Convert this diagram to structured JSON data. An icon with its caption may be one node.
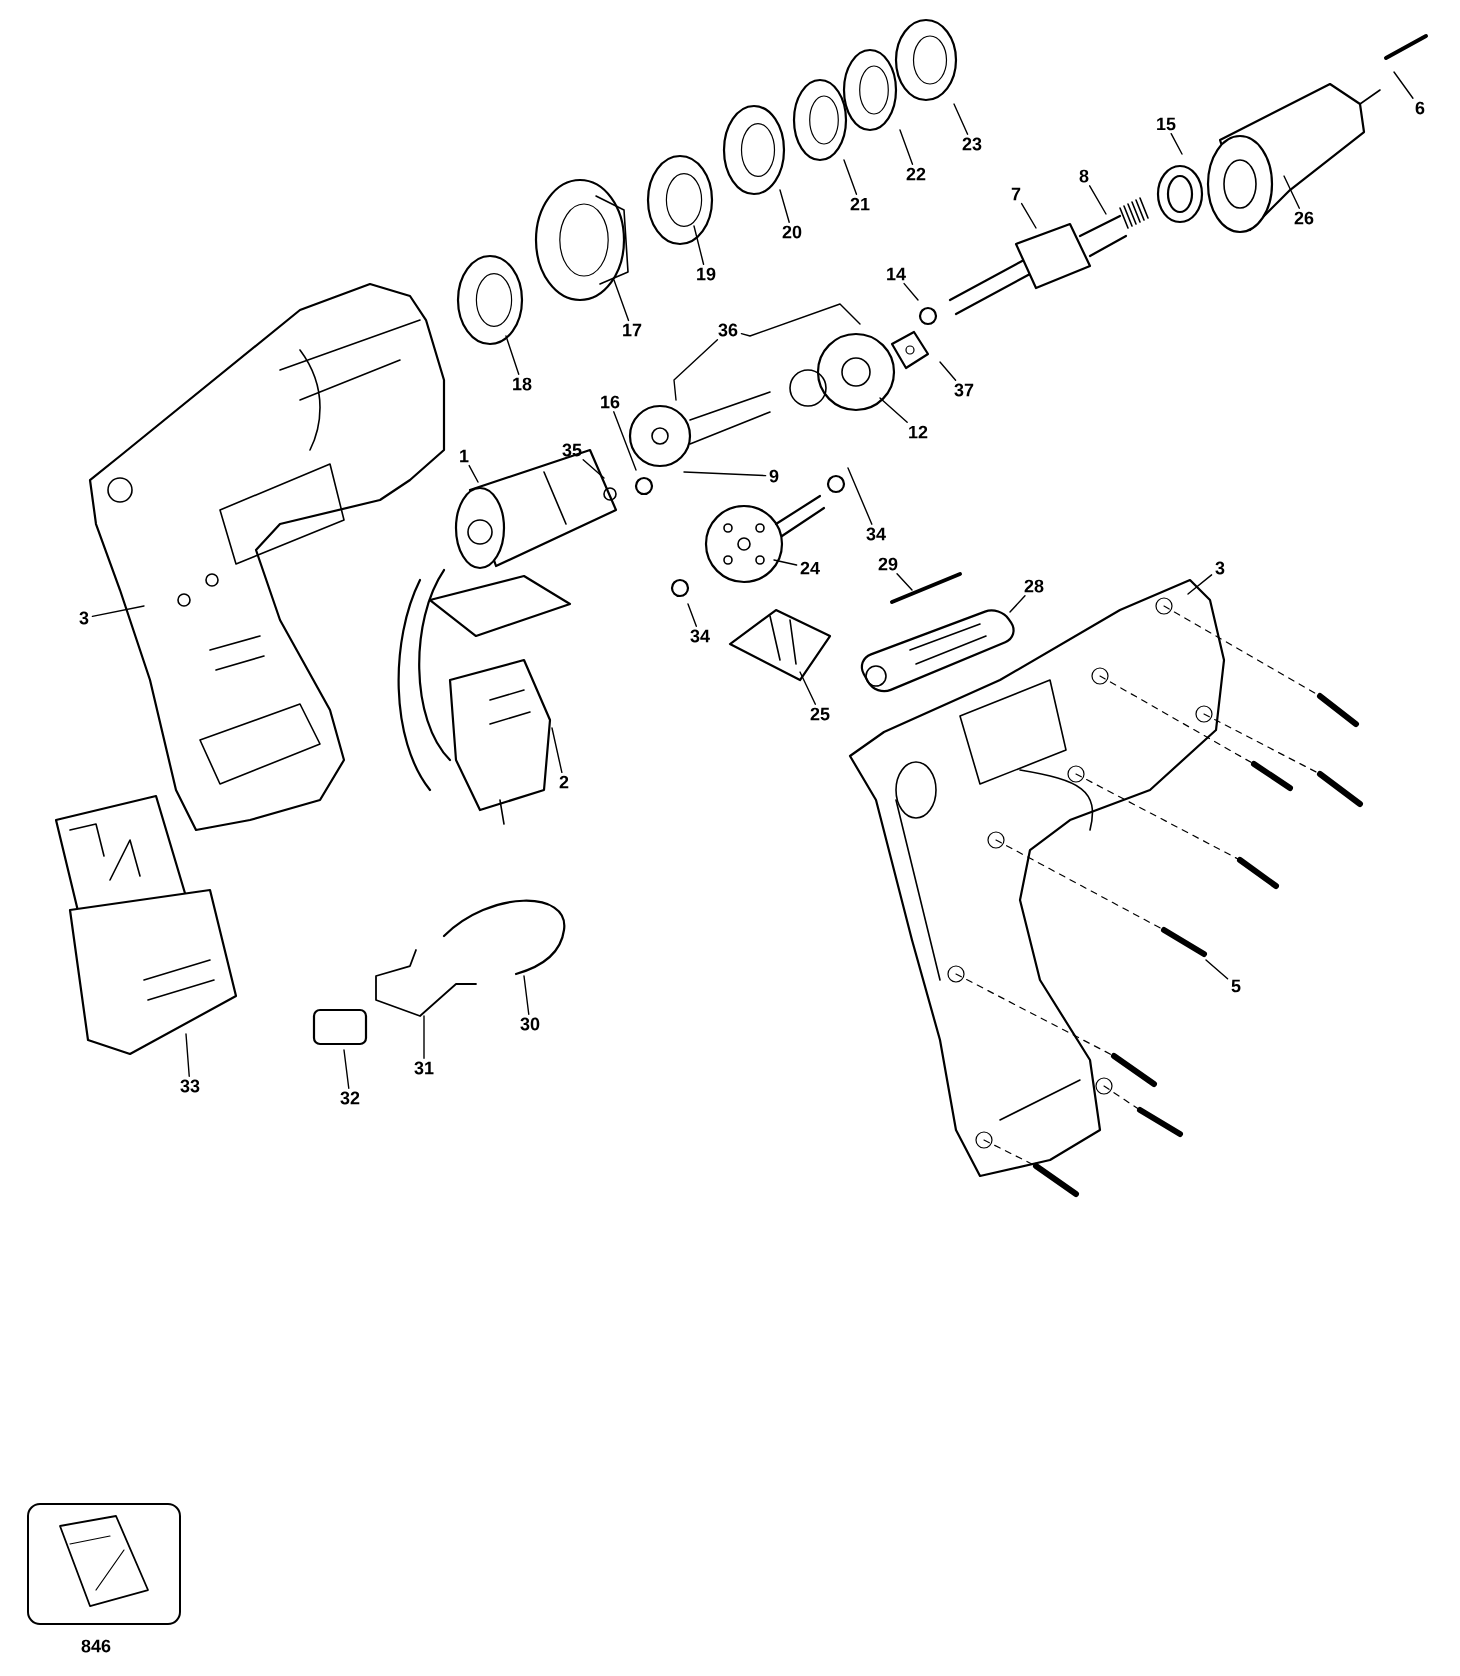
{
  "diagram": {
    "nodes": [
      {
        "text": [
          "1"
        ]
      },
      {
        "text": [
          "2"
        ]
      },
      {
        "text": [
          "3"
        ]
      },
      {
        "text": [
          "3"
        ]
      },
      {
        "text": [
          "5"
        ]
      },
      {
        "text": [
          "6"
        ]
      },
      {
        "text": [
          "7"
        ]
      },
      {
        "text": [
          "8"
        ]
      },
      {
        "text": [
          "9"
        ]
      },
      {
        "text": [
          "12"
        ]
      },
      {
        "text": [
          "14"
        ]
      },
      {
        "text": [
          "15"
        ]
      },
      {
        "text": [
          "16"
        ]
      },
      {
        "text": [
          "17"
        ]
      },
      {
        "text": [
          "18"
        ]
      },
      {
        "text": [
          "19"
        ]
      },
      {
        "text": [
          "20"
        ]
      },
      {
        "text": [
          "21"
        ]
      },
      {
        "text": [
          "22"
        ]
      },
      {
        "text": [
          "23"
        ]
      },
      {
        "text": [
          "24"
        ]
      },
      {
        "text": [
          "25"
        ]
      },
      {
        "text": [
          "26"
        ]
      },
      {
        "text": [
          "28"
        ]
      },
      {
        "text": [
          "29"
        ]
      },
      {
        "text": [
          "30"
        ]
      },
      {
        "text": [
          "31"
        ]
      },
      {
        "text": [
          "32"
        ]
      },
      {
        "text": [
          "33"
        ]
      },
      {
        "text": [
          "34"
        ]
      },
      {
        "text": [
          "34"
        ]
      },
      {
        "text": [
          "35"
        ]
      },
      {
        "text": [
          "36"
        ]
      },
      {
        "text": [
          "37"
        ]
      },
      {
        "text": [
          "846"
        ]
      }
    ],
    "edges": [
      {
        "from": 0,
        "to": null,
        "arrow": "none"
      },
      {
        "from": 1,
        "to": null,
        "arrow": "none"
      },
      {
        "from": 2,
        "to": null,
        "arrow": "none"
      },
      {
        "from": 3,
        "to": null,
        "arrow": "none"
      },
      {
        "from": 4,
        "to": null,
        "arrow": "none"
      },
      {
        "from": 5,
        "to": null,
        "arrow": "none"
      },
      {
        "from": 6,
        "to": null,
        "arrow": "none"
      },
      {
        "from": 7,
        "to": null,
        "arrow": "none"
      },
      {
        "from": 8,
        "to": null,
        "arrow": "none"
      },
      {
        "from": 9,
        "to": null,
        "arrow": "none"
      },
      {
        "from": 10,
        "to": null,
        "arrow": "none"
      },
      {
        "from": 11,
        "to": null,
        "arrow": "none"
      },
      {
        "from": 12,
        "to": null,
        "arrow": "none"
      },
      {
        "from": 13,
        "to": null,
        "arrow": "none"
      },
      {
        "from": 14,
        "to": null,
        "arrow": "none"
      },
      {
        "from": 15,
        "to": null,
        "arrow": "none"
      },
      {
        "from": 16,
        "to": null,
        "arrow": "none"
      },
      {
        "from": 17,
        "to": null,
        "arrow": "none"
      },
      {
        "from": 18,
        "to": null,
        "arrow": "none"
      },
      {
        "from": 19,
        "to": null,
        "arrow": "none"
      },
      {
        "from": 20,
        "to": null,
        "arrow": "none"
      },
      {
        "from": 21,
        "to": null,
        "arrow": "none"
      },
      {
        "from": 22,
        "to": null,
        "arrow": "none"
      },
      {
        "from": 23,
        "to": null,
        "arrow": "none"
      },
      {
        "from": 24,
        "to": null,
        "arrow": "none"
      },
      {
        "from": 25,
        "to": null,
        "arrow": "none"
      },
      {
        "from": 26,
        "to": null,
        "arrow": "none"
      },
      {
        "from": 27,
        "to": null,
        "arrow": "none"
      },
      {
        "from": 28,
        "to": null,
        "arrow": "none"
      },
      {
        "from": 29,
        "to": null,
        "arrow": "none"
      },
      {
        "from": 30,
        "to": null,
        "arrow": "none"
      },
      {
        "from": 31,
        "to": null,
        "arrow": "none"
      },
      {
        "from": 32,
        "to": null,
        "arrow": "none"
      },
      {
        "from": 32,
        "to": null,
        "arrow": "none"
      },
      {
        "from": 33,
        "to": null,
        "arrow": "none"
      }
    ]
  }
}
